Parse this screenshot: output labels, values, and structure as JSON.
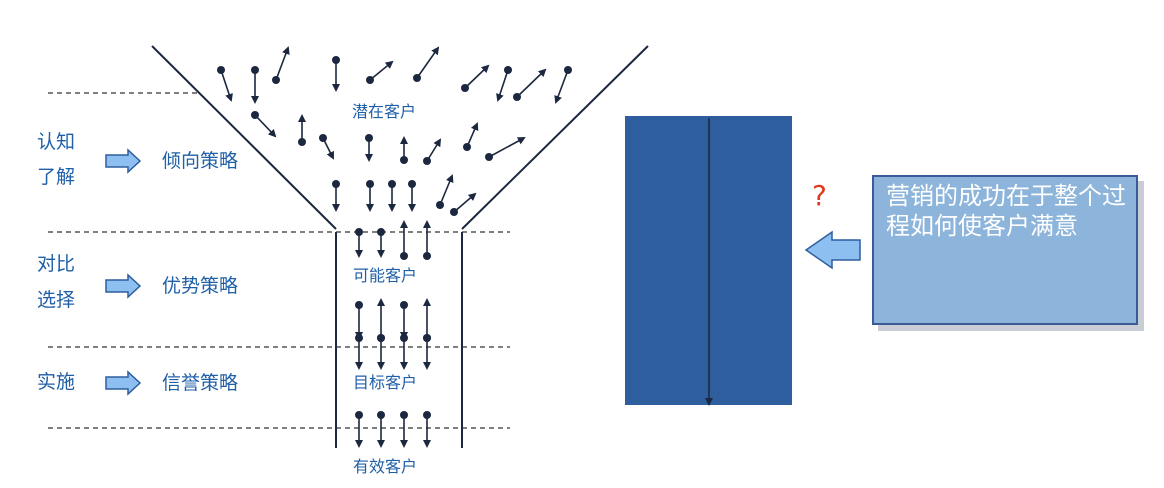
{
  "stages": [
    {
      "label_line1": "认知",
      "label_line2": "了解",
      "strategy": "倾向策略"
    },
    {
      "label_line1": "对比",
      "label_line2": "选择",
      "strategy": "优势策略"
    },
    {
      "label_line1": "实施",
      "label_line2": "",
      "strategy": "信誉策略"
    }
  ],
  "funnel_labels": [
    "潜在客户",
    "可能客户",
    "目标客户",
    "有效客户"
  ],
  "note": {
    "question_mark": "?",
    "text": "营销的成功在于整个过程如何使客户满意"
  },
  "colors": {
    "text": "#1f5fa8",
    "funnel_line": "#1c2740",
    "bar": "#2e5e9e",
    "note_fill": "#8db4da",
    "arrow_fill": "#8dbff0",
    "question": "#e03a1e"
  }
}
